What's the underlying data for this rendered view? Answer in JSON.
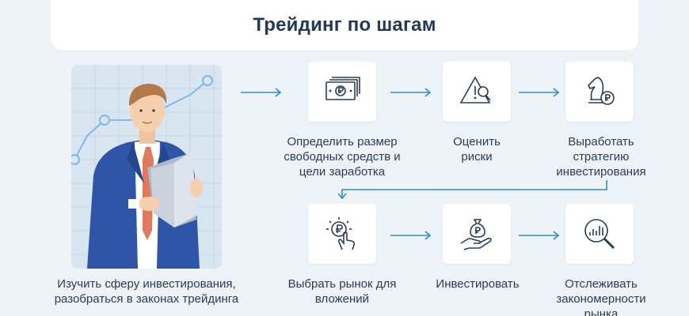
{
  "title": "Трейдинг по шагам",
  "steps": {
    "study": "Изучить сферу инвестирования, разобраться в законах трейдинга",
    "funds": "Определить размер свободных средств и цели заработка",
    "risks": "Оценить риски",
    "strategy": "Выработать стратегию инвестирования",
    "market": "Выбрать рынок для вложений",
    "invest": "Инвестировать",
    "track": "Отслеживать закономерности рынка"
  },
  "icons": {
    "funds": "money-stack-icon",
    "risks": "warning-search-icon",
    "strategy": "chess-knight-ruble-icon",
    "market": "ruble-click-icon",
    "invest": "hand-money-bag-icon",
    "track": "magnifier-chart-icon"
  },
  "colors": {
    "background": "#eef3f8",
    "accent": "#2e8bd0",
    "title": "#233a57",
    "text": "#2a3d55"
  }
}
